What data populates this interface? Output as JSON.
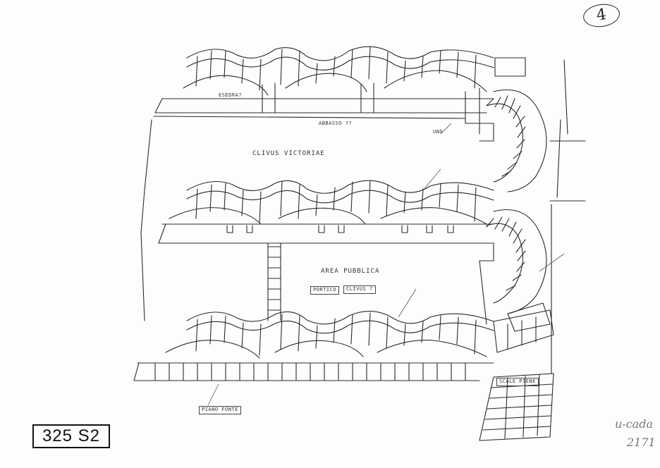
{
  "sheet_number": "4",
  "archive_code": "325 S2",
  "handwritten_notes": [
    "u-cada",
    "2171"
  ],
  "annotations": {
    "top_left_area": "ESEDRA?",
    "top_back_wall": "ABBASSO ??",
    "top_right_opening": "UNO",
    "central_band_upper": "CLIVUS VICTORIAE",
    "central_area": "AREA PUBBLICA",
    "central_tag_left": "PORTICO",
    "central_tag_right": "CLIVUS ?",
    "stairs_top": "SCALE PIENE",
    "bottom_left": "PIANO FONTE"
  },
  "colors": {
    "ink": "#2a2a2a",
    "paper": "#fdfdfd",
    "pencil": "#888888"
  }
}
